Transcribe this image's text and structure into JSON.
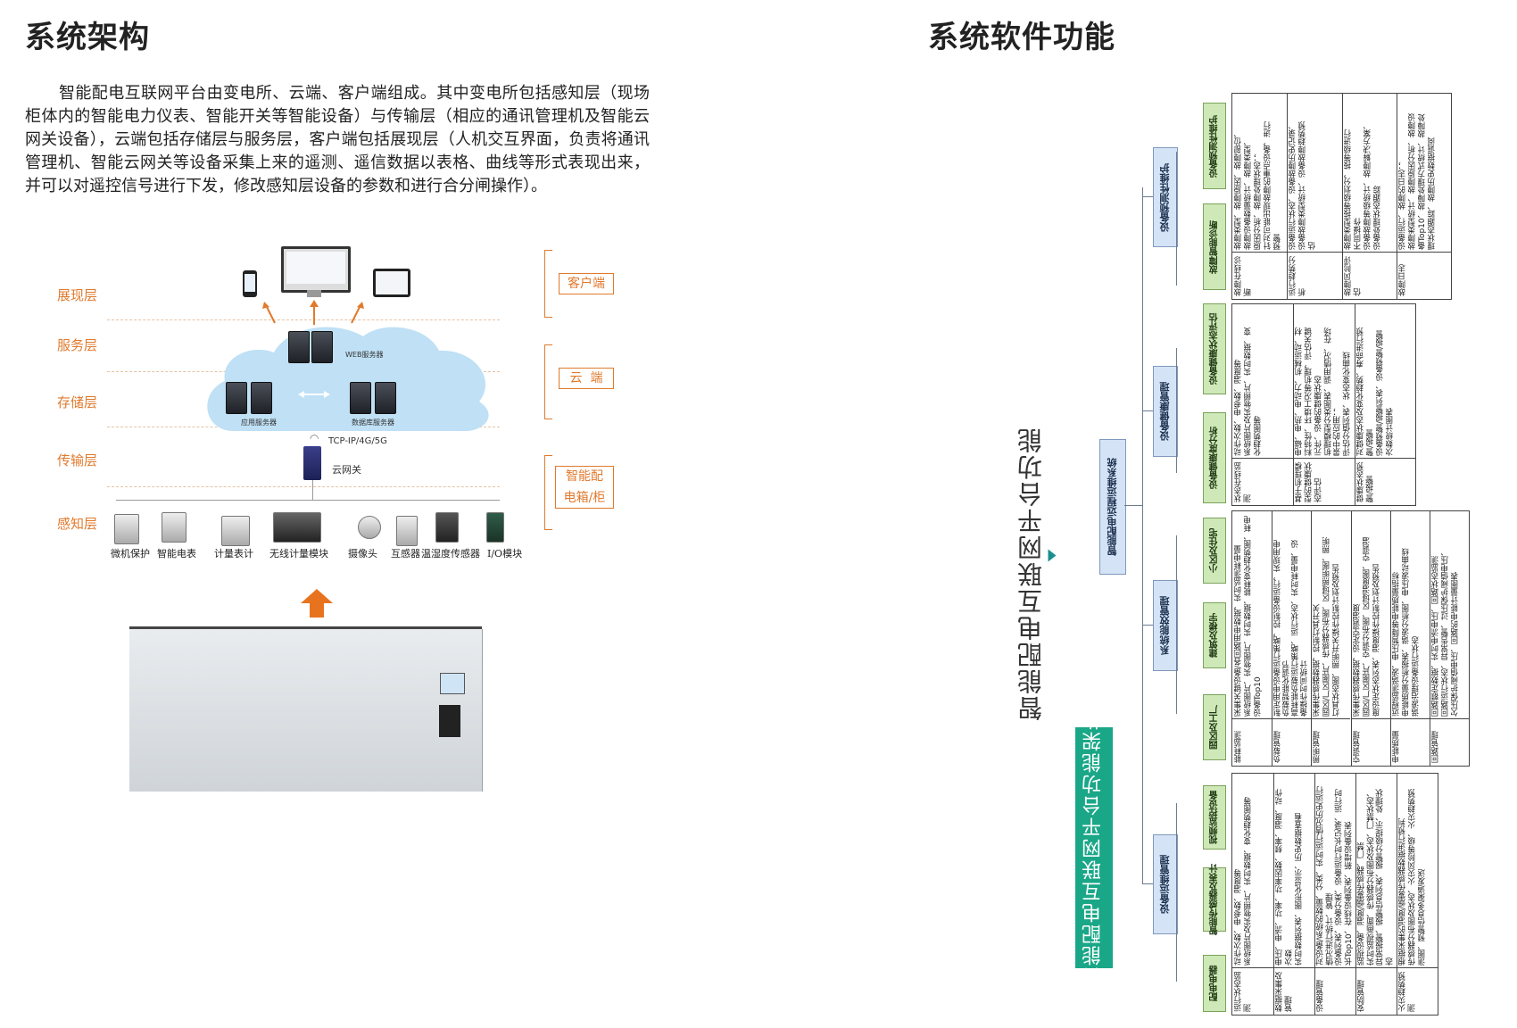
{
  "left": {
    "title": "系统架构",
    "paragraph": "智能配电互联网平台由变电所、云端、客户端组成。其中变电所包括感知层（现场柜体内的智能电力仪表、智能开关等智能设备）与传输层（相应的通讯管理机及智能云网关设备），云端包括存储层与服务层，客户端包括展现层（人机交互界面，负责将通讯管理机、智能云网关等设备采集上来的遥测、遥信数据以表格、曲线等形式表现出来，并可以对遥控信号进行下发，修改感知层设备的参数和进行合分闸操作）。",
    "layers": [
      "展现层",
      "服务层",
      "存储层",
      "传输层",
      "感知层"
    ],
    "tags": {
      "client": "客户端",
      "cloud": "云  端",
      "box_line1": "智能配",
      "box_line2": "电箱/柜"
    },
    "diagram": {
      "web_server": "WEB服务器",
      "app_server": "应用服务器",
      "db_server": "数据库服务器",
      "protocol": "TCP-IP/4G/5G",
      "gateway": "云网关"
    },
    "devices": [
      "微机保护",
      "智能电表",
      "计量表计",
      "无线计量模块",
      "摄像头",
      "互感器",
      "温湿度传感器",
      "I/O模块"
    ],
    "colors": {
      "accent": "#e07a2e",
      "cloud": "#bfe0f5"
    }
  },
  "right": {
    "title": "系统软件功能",
    "main_title": "智能配电互联网平台功能",
    "banner": "智能配电互联网平台功能架构",
    "root": "智能配电远程运维系统",
    "branches": [
      {
        "name": "设备预测性维护",
        "subs": [
          "设备预测性维护",
          "故障智能诊断"
        ],
        "details": [
          {
            "k": "故障在线诊断",
            "v": [
              "故障类型、故障原因、故障部位、",
              "故障设备数量统计、故障类型、",
              "原因分析、故障处理状态；",
              "针对可能出现故障的重点设备，进行",
              "预警"
            ]
          },
          {
            "k": "运行趋势分析",
            "v": [
              "设备运行状态、设备故障历史记录、",
              "设备故障类型统计、设备故障趋势预",
              "估"
            ]
          },
          {
            "k": "故障风险评估",
            "v": [
              "故障类型按等级划分，按等级进行",
              "不同操作",
              "设备故障等级统计、故障解决方案、",
              "设备处理状态跟踪"
            ]
          },
          {
            "k": "故障日志",
            "v": [
              "设备运行、故障的日志；",
              "故障类型统计、故障原因分析、故障设",
              "备Top10、故障处理方式统计、故障处",
              "理状态跟踪、故障历史数据调阅"
            ]
          }
        ]
      },
      {
        "name": "设备健康管理",
        "subs": [
          "设备健康状态评估",
          "设备健康度分析"
        ],
        "details": [
          {
            "k": "状态在线监测",
            "v": [
              "动作次数、电参数、温度等",
              "系统图片及实物照片、实时数据、变",
              "化趋势图等"
            ]
          },
          {
            "k": "基于机理模型的健康状态评估",
            "v": [
              "电磁、电热、电动力、机械运动、材",
              "料特性、环境工况等机理，评估关键",
              "元件、设备的健康状态",
              "机理模型分类图表、调用情况、在场",
              "景中的应用；",
              "评估分值列表、状态变化曲线"
            ]
          },
          {
            "k": "健康状态预警/报警",
            "v": [
              "对健康状态及变化趋势、寿命进行预",
              "警/报警",
              "设备预警/报警列表、设备预警/报警",
              "次数统计图表"
            ]
          }
        ]
      },
      {
        "name": "系统能效管理",
        "subs": [
          "小区及住宅",
          "建筑及楼宇",
          "园区及工厂"
        ],
        "details": [
          {
            "k": "能耗监测",
            "v": [
              "采集关键设备/各回路用电数据，实时监测耗电量",
              "系统图片、实物图片、实时数据、能耗变化趋势图、耗电",
              "设备Top10"
            ]
          },
          {
            "k": "负载管理",
            "v": [
              "制定用电设备运行策略，控制设备运行，实现用电",
              "负载智能化调节",
              "高耗能负载运行策略、运行状态、实时耗电量、设",
              "备操作时间统计"
            ]
          },
          {
            "k": "照明管理",
            "v": [
              "采集传感器数据，控制灯具开关",
              "园区/厂区图片、传感器分布图、区域照明图、照明",
              "灯具状态图、照明开关操作控制计划及预告"
            ]
          },
          {
            "k": "空调管理",
            "v": [
              "采集传感器数据，设定空调温度",
              "园区/厂区图片、空调分布图、区域温度图、空调温",
              "度设定状态列表、温度操作控制计划及预告"
            ]
          },
          {
            "k": "电能质量",
            "v": [
              "远程监测谐波、电压暂降等电能质量指标",
              "电能质量分析报表、谐波分析图、电压波动曲线",
              "谐波治理设备运行状态"
            ]
          },
          {
            "k": "回路管理",
            "v": [
              "回路额定数据、实时电流电压、回路状态监测",
              "回路运行状态、异常告警、过压保护阈值电压、",
              "欠压保护阈值电压、回路的电能计量图表"
            ]
          }
        ]
      },
      {
        "name": "设备运维管理",
        "subs": [
          "视频监控设备",
          "智能传感器及表计",
          "配电电器"
        ],
        "details": [
          {
            "k": "运行状态监测",
            "v": [
              "动作次数、电参数、温度等",
              "系统图片及实物照片、实时数据、变化趋势图等"
            ]
          },
          {
            "k": "数据采集及管理",
            "v": [
              "电压、电流、功率、功率因数、频率、温度、动作",
              "次数",
              "实时数据列表、图形化显示、历史数据查看"
            ]
          },
          {
            "k": "设备管理",
            "v": [
              "对设备/系统的数量、分类、实时运行情况历史运行",
              "情况进行统计、管理",
              "设备列表、设备分类、设备运行时长记录、运行时",
              "长Top10、在线设备列表、新增设备列表"
            ]
          },
          {
            "k": "安防管理",
            "v": [
              "监视设备、温度/烟雾传感器、门禁",
              "实时监视画面、传感器分布图及状态、门禁状态、",
              "异常报警、报警信息列表、报警分级提示、处理状",
              "态"
            ]
          },
          {
            "k": "火灾趋势预测",
            "v": [
              "根据采集的温度/烟雾传感器数据进行预判",
              "传感器分布图及状态、火灾风险等级、火灾趋势预",
              "测图、预警信息多渠道发送"
            ]
          }
        ]
      }
    ]
  }
}
